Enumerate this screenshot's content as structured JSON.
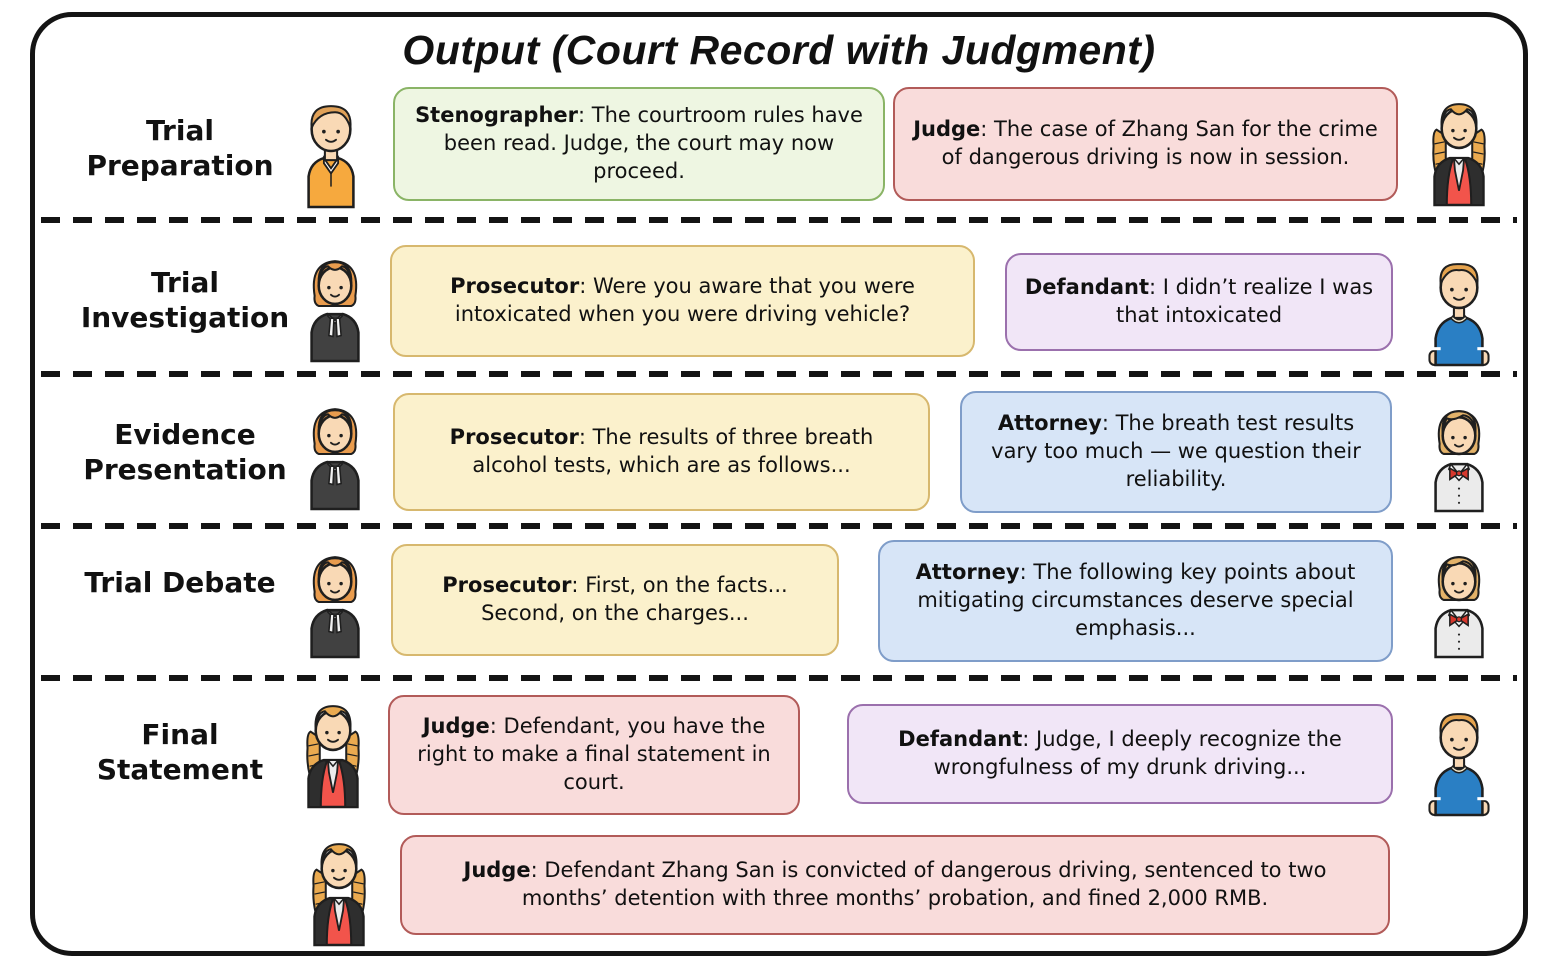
{
  "title": "Output (Court Record with Judgment)",
  "ui": {
    "colon": ": "
  },
  "colors": {
    "frame_border": "#141414",
    "stenographer_bubble_fill": "#eef6e2",
    "stenographer_bubble_border": "#8ab466",
    "judge_bubble_fill": "#f9dcdb",
    "judge_bubble_border": "#b25b59",
    "prosecutor_bubble_fill": "#fbf1cc",
    "prosecutor_bubble_border": "#d7b86e",
    "defendant_bubble_fill": "#f1e6f7",
    "defendant_bubble_border": "#9b70ad",
    "attorney_bubble_fill": "#d7e5f7",
    "attorney_bubble_border": "#7f9dc9"
  },
  "rows": [
    {
      "phase": "Trial Preparation",
      "bubbles": [
        {
          "speaker": "Stenographer",
          "text": "The courtroom rules have been read. Judge, the court may now proceed.",
          "avatar": "stenographer-avatar"
        },
        {
          "speaker": "Judge",
          "text": "The case of Zhang San for the crime of dangerous driving is now in session.",
          "avatar": "judge-avatar"
        }
      ]
    },
    {
      "phase": "Trial Investigation",
      "bubbles": [
        {
          "speaker": "Prosecutor",
          "text": "Were you aware that you were intoxicated when you were driving vehicle?",
          "avatar": "prosecutor-avatar"
        },
        {
          "speaker": "Defandant",
          "text": "I didn’t realize I was that intoxicated",
          "avatar": "defendant-avatar"
        }
      ]
    },
    {
      "phase": "Evidence Presentation",
      "bubbles": [
        {
          "speaker": "Prosecutor",
          "text": "The results of three breath alcohol tests, which are as follows...",
          "avatar": "prosecutor-avatar"
        },
        {
          "speaker": "Attorney",
          "text": "The breath test results vary too much — we question their reliability.",
          "avatar": "attorney-avatar"
        }
      ]
    },
    {
      "phase": "Trial Debate",
      "bubbles": [
        {
          "speaker": "Prosecutor",
          "text": "First, on the facts... Second, on the charges...",
          "avatar": "prosecutor-avatar"
        },
        {
          "speaker": "Attorney",
          "text": "The following key points about mitigating circumstances deserve special emphasis...",
          "avatar": "attorney-avatar"
        }
      ]
    },
    {
      "phase": "Final Statement",
      "bubbles": [
        {
          "speaker": "Judge",
          "text": "Defendant, you have the right to make a final statement in court.",
          "avatar": "judge-avatar"
        },
        {
          "speaker": "Defandant",
          "text": "Judge, I deeply recognize the wrongfulness of my drunk driving...",
          "avatar": "defendant-avatar"
        }
      ]
    },
    {
      "phase": "",
      "bubbles": [
        {
          "speaker": "Judge",
          "text": "Defendant Zhang San is convicted of dangerous driving, sentenced to two months’ detention with three months’ probation, and fined 2,000 RMB.",
          "avatar": "judge-avatar"
        }
      ]
    }
  ]
}
